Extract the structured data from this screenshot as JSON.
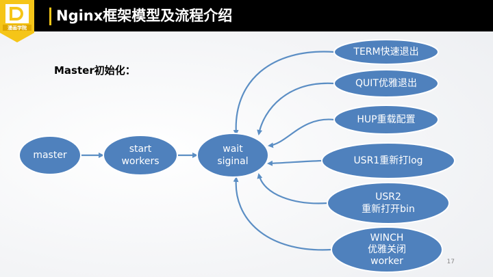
{
  "header": {
    "title": "Nginx框架模型及流程介绍",
    "logo_text": "漫画学院"
  },
  "subtitle": "Master初始化：",
  "flow": {
    "master": "master",
    "start_workers": "start\nworkers",
    "wait_signal": "wait\nsiginal"
  },
  "signals": [
    {
      "label": "TERM快速退出"
    },
    {
      "label": "QUIT优雅退出"
    },
    {
      "label": "HUP重载配置"
    },
    {
      "label": "USR1重新打log"
    },
    {
      "label": "USR2\n重新打开bin"
    },
    {
      "label": "WINCH\n优雅关闭\nworker"
    }
  ],
  "page_number": "17",
  "colors": {
    "node_fill": "#4f81bd",
    "node_stroke": "#ffffff",
    "arrow": "#5b8ec4",
    "accent": "#f5c518"
  }
}
